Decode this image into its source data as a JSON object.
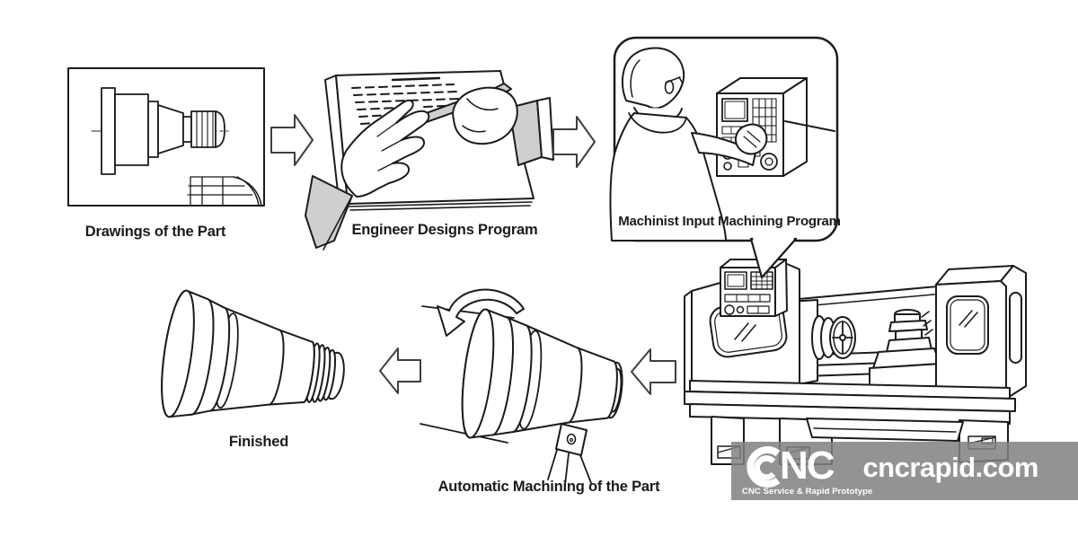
{
  "labels": {
    "drawings": "Drawings of the Part",
    "engineer": "Engineer Designs Program",
    "machinist": "Machinist Input Machining Program",
    "machining": "Automatic Machining of the Part",
    "finished": "Finished"
  },
  "watermark": {
    "brand": "CNC",
    "brand_rest": "NC",
    "tagline": "CNC Service & Rapid Prototype",
    "website": "cncrapid.com",
    "banner_color": "#9b9b9b",
    "text_color": "#ffffff"
  },
  "colors": {
    "line": "#1b1b1b",
    "background": "#ffffff",
    "shade": "#cfcfcf"
  }
}
